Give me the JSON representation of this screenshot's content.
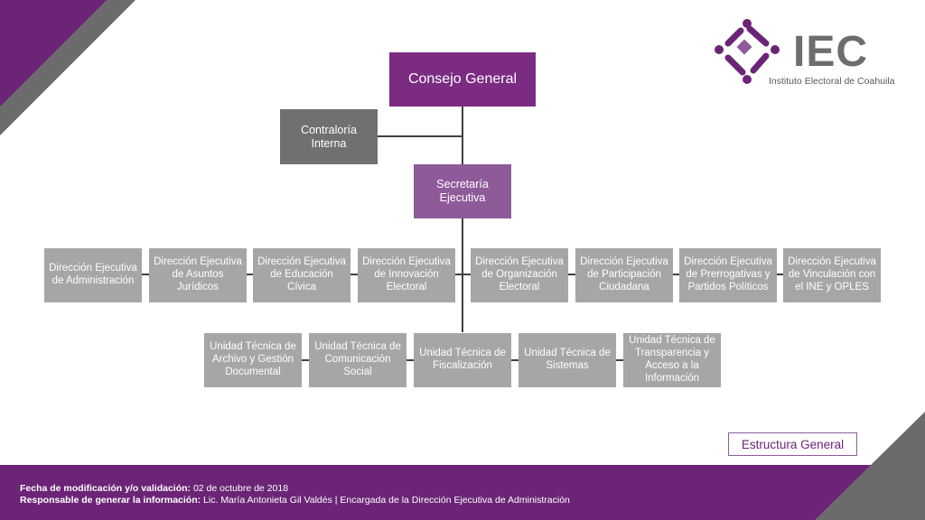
{
  "colors": {
    "purple": "#6b2476",
    "purple_mid": "#8e5a9a",
    "gray_box": "#a6a6a6",
    "dark_box": "#707070",
    "corner_gray": "#6b6b6b"
  },
  "logo": {
    "name": "IEC",
    "subtitle": "Instituto Electoral de Coahuila"
  },
  "org": {
    "top": "Consejo General",
    "contraloria": "Contraloría Interna",
    "secretaria": "Secretaría Ejecutiva",
    "direcciones": [
      "Dirección Ejecutiva de Administración",
      "Dirección Ejecutiva de Asuntos Jurídicos",
      "Dirección Ejecutiva de Educación Cívica",
      "Dirección Ejecutiva de Innovación Electoral",
      "Dirección Ejecutiva de Organización Electoral",
      "Dirección Ejecutiva de Participación Ciudadana",
      "Dirección Ejecutiva de Prerrogativas y Partidos Políticos",
      "Dirección Ejecutiva de Vinculación con el INE y OPLES"
    ],
    "unidades": [
      "Unidad Técnica de Archivo y Gestión Documental",
      "Unidad Técnica de Comunicación Social",
      "Unidad Técnica de Fiscalización",
      "Unidad Técnica de Sistemas",
      "Unidad Técnica de Transparencia y Acceso a la Información"
    ]
  },
  "section_label": "Estructura General",
  "footer": {
    "line1_label": "Fecha de modificación y/o validación:",
    "line1_value": " 02 de octubre de 2018",
    "line2_label": "Responsable de generar la información:",
    "line2_value": " Lic. María Antonieta Gil Valdés | Encargada de la Dirección Ejecutiva de Administración"
  }
}
